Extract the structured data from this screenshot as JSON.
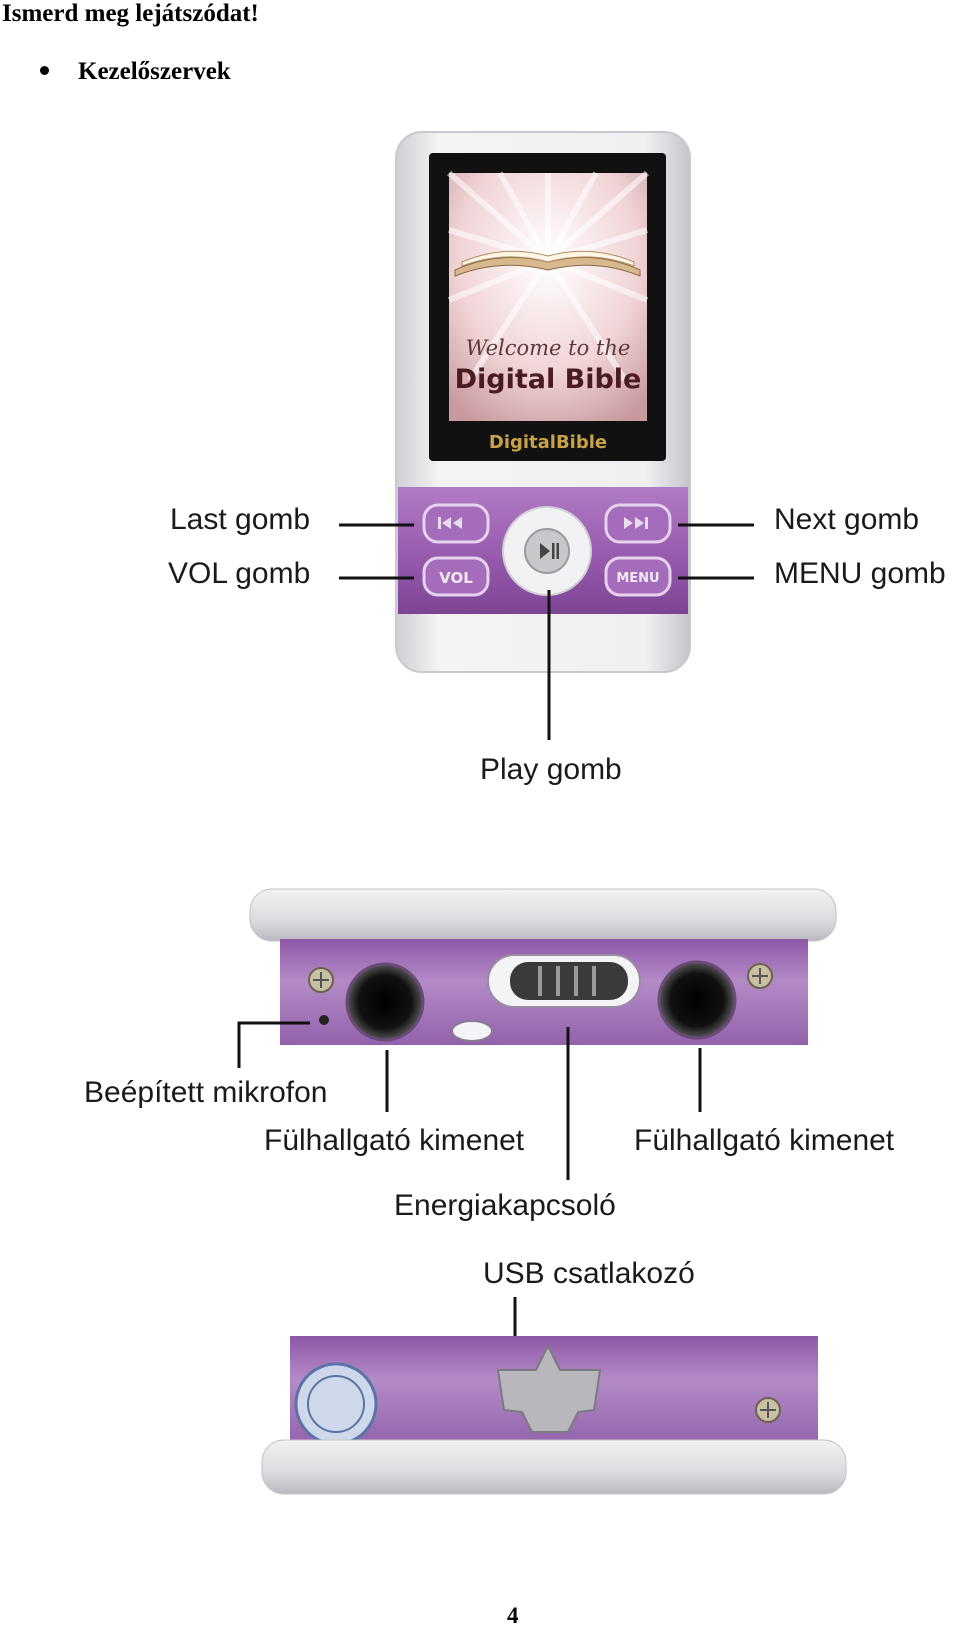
{
  "page": {
    "title": "Ismerd meg lejátszódat!",
    "bullet": "Kezelőszervek",
    "page_number": "4"
  },
  "device": {
    "screen_text_1": "Welcome to the",
    "screen_text_2": "Digital Bible",
    "brand": "DigitalBible",
    "btn_vol": "VOL",
    "btn_menu": "MENU"
  },
  "labels": {
    "last": "Last gomb",
    "vol": "VOL gomb",
    "next": "Next gomb",
    "menu": "MENU gomb",
    "play": "Play gomb",
    "mic": "Beépített mikrofon",
    "headphone_left": "Fülhallgató kimenet",
    "headphone_right": "Fülhallgató kimenet",
    "power": "Energiakapcsoló",
    "usb": "USB csatlakozó"
  },
  "colors": {
    "purple": "#9c5fb0",
    "silver": "#e4e4e8"
  }
}
